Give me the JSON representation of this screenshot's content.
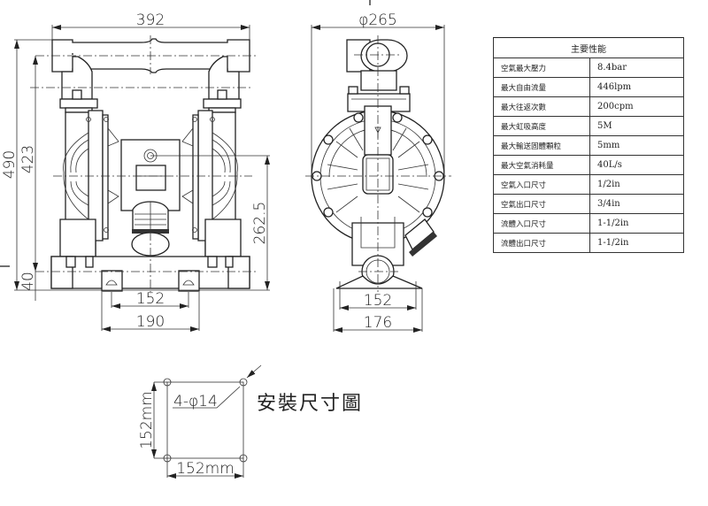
{
  "front_view": {
    "width_label": "392",
    "height_total_label": "490",
    "height_inlet_label": "423",
    "base_height_label": "40",
    "outlet_height_label": "262.5",
    "mount_inner_label": "152",
    "mount_outer_label": "190"
  },
  "side_view": {
    "diameter_label": "φ265",
    "mount_inner_label": "152",
    "mount_outer_label": "176"
  },
  "mounting": {
    "title": "安裝尺寸圖",
    "hole_label": "4-φ14",
    "width_label": "152mm",
    "height_label": "152mm"
  },
  "spec_table": {
    "header": "主要性能",
    "rows": [
      {
        "key": "空氣最大壓力",
        "value": "8.4bar"
      },
      {
        "key": "最大自由流量",
        "value": "446lpm"
      },
      {
        "key": "最大往返次數",
        "value": "200cpm"
      },
      {
        "key": "最大虹吸高度",
        "value": "5M"
      },
      {
        "key": "最大輸送固體顆粒",
        "value": "5mm"
      },
      {
        "key": "最大空氣消耗量",
        "value": "40L/s"
      },
      {
        "key": "空氣入口尺寸",
        "value": "1/2in"
      },
      {
        "key": "空氣出口尺寸",
        "value": "3/4in"
      },
      {
        "key": "流體入口尺寸",
        "value": "1-1/2in"
      },
      {
        "key": "流體出口尺寸",
        "value": "1-1/2in"
      }
    ]
  }
}
